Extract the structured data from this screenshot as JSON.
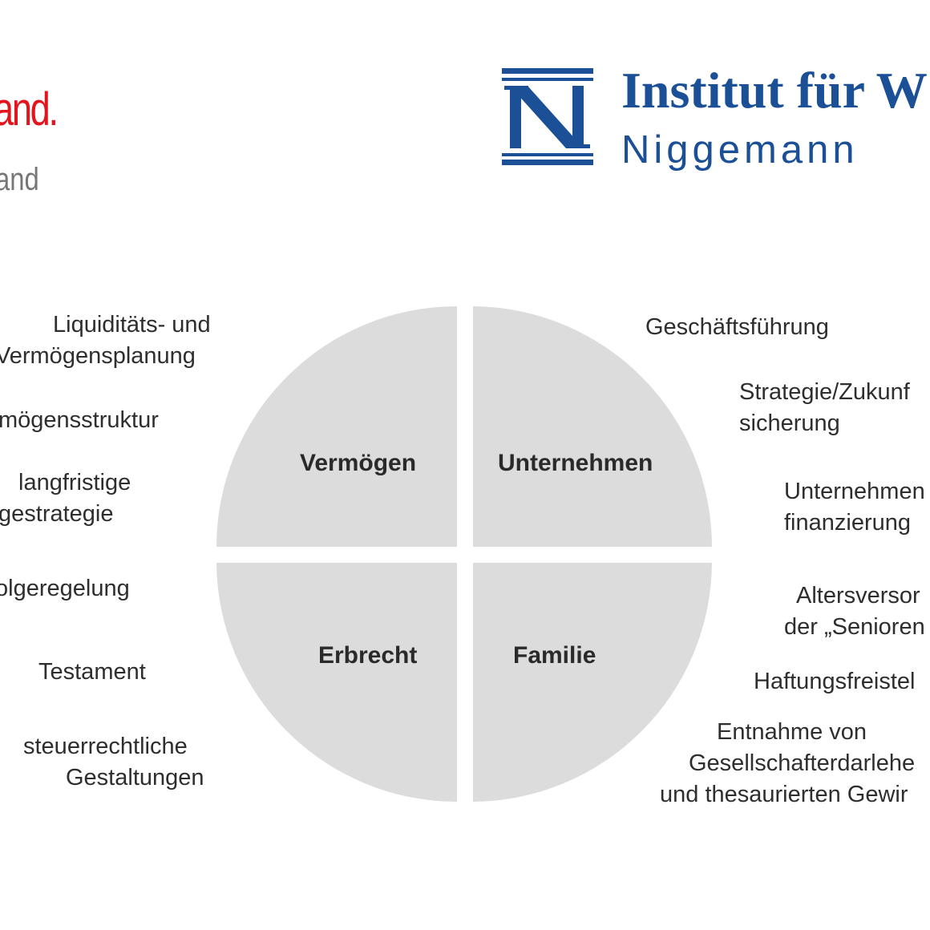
{
  "header": {
    "left_brand_line1": "and.",
    "left_brand_line2": "and",
    "institute_title": "Institut für W",
    "institute_subtitle": "Niggemann",
    "logo_letter": "N"
  },
  "colors": {
    "accent_red": "#e3141b",
    "institute_blue": "#1b4f96",
    "quadrant_fill": "#dcdcdc",
    "text": "#2e2e2e"
  },
  "diagram": {
    "quadrants": [
      {
        "id": "vermoegen",
        "label": "Vermögen"
      },
      {
        "id": "unternehmen",
        "label": "Unternehmen"
      },
      {
        "id": "erbrecht",
        "label": "Erbrecht"
      },
      {
        "id": "familie",
        "label": "Familie"
      }
    ],
    "left_labels": [
      "Liquiditäts- und",
      "Vermögensplanung",
      "mögensstruktur",
      "langfristige",
      "gestrategie",
      "olgeregelung",
      "Testament",
      "steuerrechtliche",
      "Gestaltungen"
    ],
    "right_labels": [
      "Geschäftsführung",
      "Strategie/Zukunf",
      "sicherung",
      "Unternehmen",
      "finanzierung",
      "Altersversor",
      "der „Senioren",
      "Haftungsfreistel",
      "Entnahme von",
      "Gesellschafterdarlehe",
      "und thesaurierten Gewir"
    ]
  }
}
